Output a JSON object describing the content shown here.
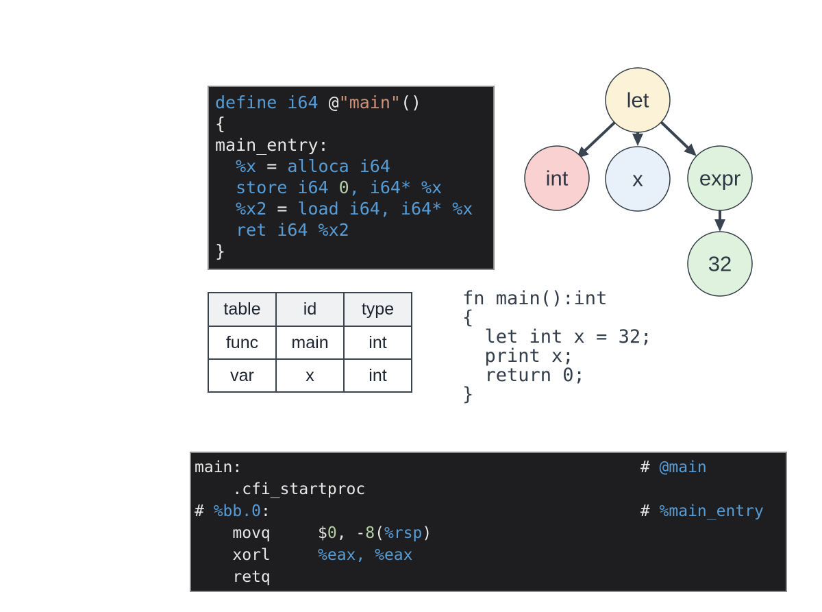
{
  "colors": {
    "code_background": "#1e1e20",
    "code_foreground": "#e7e7e5",
    "keyword_blue": "#569cd6",
    "number_green": "#b5cea8",
    "string_orange": "#ce9178",
    "slate_text": "#343f4b"
  },
  "ir_block": {
    "lines": [
      [
        {
          "t": "define i64 ",
          "c": "blue"
        },
        {
          "t": "@",
          "c": "fg"
        },
        {
          "t": "\"main\"",
          "c": "orange"
        },
        {
          "t": "()",
          "c": "fg"
        }
      ],
      [
        {
          "t": "{",
          "c": "fg"
        }
      ],
      [
        {
          "t": "main_entry:",
          "c": "fg"
        }
      ],
      [
        {
          "t": "  ",
          "c": "fg"
        },
        {
          "t": "%x",
          "c": "blue"
        },
        {
          "t": " = ",
          "c": "fg"
        },
        {
          "t": "alloca i64",
          "c": "blue"
        }
      ],
      [
        {
          "t": "  ",
          "c": "fg"
        },
        {
          "t": "store i64 ",
          "c": "blue"
        },
        {
          "t": "0",
          "c": "green"
        },
        {
          "t": ", i64* %x",
          "c": "blue"
        }
      ],
      [
        {
          "t": "  ",
          "c": "fg"
        },
        {
          "t": "%x2",
          "c": "blue"
        },
        {
          "t": " = ",
          "c": "fg"
        },
        {
          "t": "load i64, i64* %x",
          "c": "blue"
        }
      ],
      [
        {
          "t": "  ",
          "c": "fg"
        },
        {
          "t": "ret i64 %x2",
          "c": "blue"
        }
      ],
      [
        {
          "t": "}",
          "c": "fg"
        }
      ]
    ]
  },
  "ast": {
    "nodes": [
      {
        "id": "let",
        "label": "let",
        "fill": "#fcf2d7"
      },
      {
        "id": "int",
        "label": "int",
        "fill": "#f9d1d0"
      },
      {
        "id": "x",
        "label": "x",
        "fill": "#e8f0f9"
      },
      {
        "id": "expr",
        "label": "expr",
        "fill": "#def2dd"
      },
      {
        "id": "32",
        "label": "32",
        "fill": "#def2dd"
      }
    ],
    "edges": [
      {
        "from": "let",
        "to": "int"
      },
      {
        "from": "let",
        "to": "x"
      },
      {
        "from": "let",
        "to": "expr"
      },
      {
        "from": "expr",
        "to": "32"
      }
    ]
  },
  "symbol_table": {
    "headers": [
      "table",
      "id",
      "type"
    ],
    "rows": [
      [
        "func",
        "main",
        "int"
      ],
      [
        "var",
        "x",
        "int"
      ]
    ]
  },
  "source_block": {
    "lines": [
      [
        {
          "t": "fn main():int",
          "c": "fg"
        }
      ],
      [
        {
          "t": "{",
          "c": "fg"
        }
      ],
      [
        {
          "t": "  let int x = 32;",
          "c": "fg"
        }
      ],
      [
        {
          "t": "  print x;",
          "c": "fg"
        }
      ],
      [
        {
          "t": "  return 0;",
          "c": "fg"
        }
      ],
      [
        {
          "t": "}",
          "c": "fg"
        }
      ]
    ]
  },
  "asm_block": {
    "lines": [
      [
        {
          "t": "main:",
          "c": "fg"
        },
        {
          "t": "                                          # ",
          "c": "fg"
        },
        {
          "t": "@main",
          "c": "blue"
        }
      ],
      [
        {
          "t": "    .cfi_startproc",
          "c": "fg"
        }
      ],
      [
        {
          "t": "# ",
          "c": "fg"
        },
        {
          "t": "%bb.0",
          "c": "blue"
        },
        {
          "t": ":                                       # ",
          "c": "fg"
        },
        {
          "t": "%main_entry",
          "c": "blue"
        }
      ],
      [
        {
          "t": "    movq     $",
          "c": "fg"
        },
        {
          "t": "0",
          "c": "green"
        },
        {
          "t": ", -",
          "c": "fg"
        },
        {
          "t": "8",
          "c": "green"
        },
        {
          "t": "(",
          "c": "fg"
        },
        {
          "t": "%rsp",
          "c": "blue"
        },
        {
          "t": ")",
          "c": "fg"
        }
      ],
      [
        {
          "t": "    xorl     ",
          "c": "fg"
        },
        {
          "t": "%eax, %eax",
          "c": "blue"
        }
      ],
      [
        {
          "t": "    retq",
          "c": "fg"
        }
      ]
    ]
  }
}
